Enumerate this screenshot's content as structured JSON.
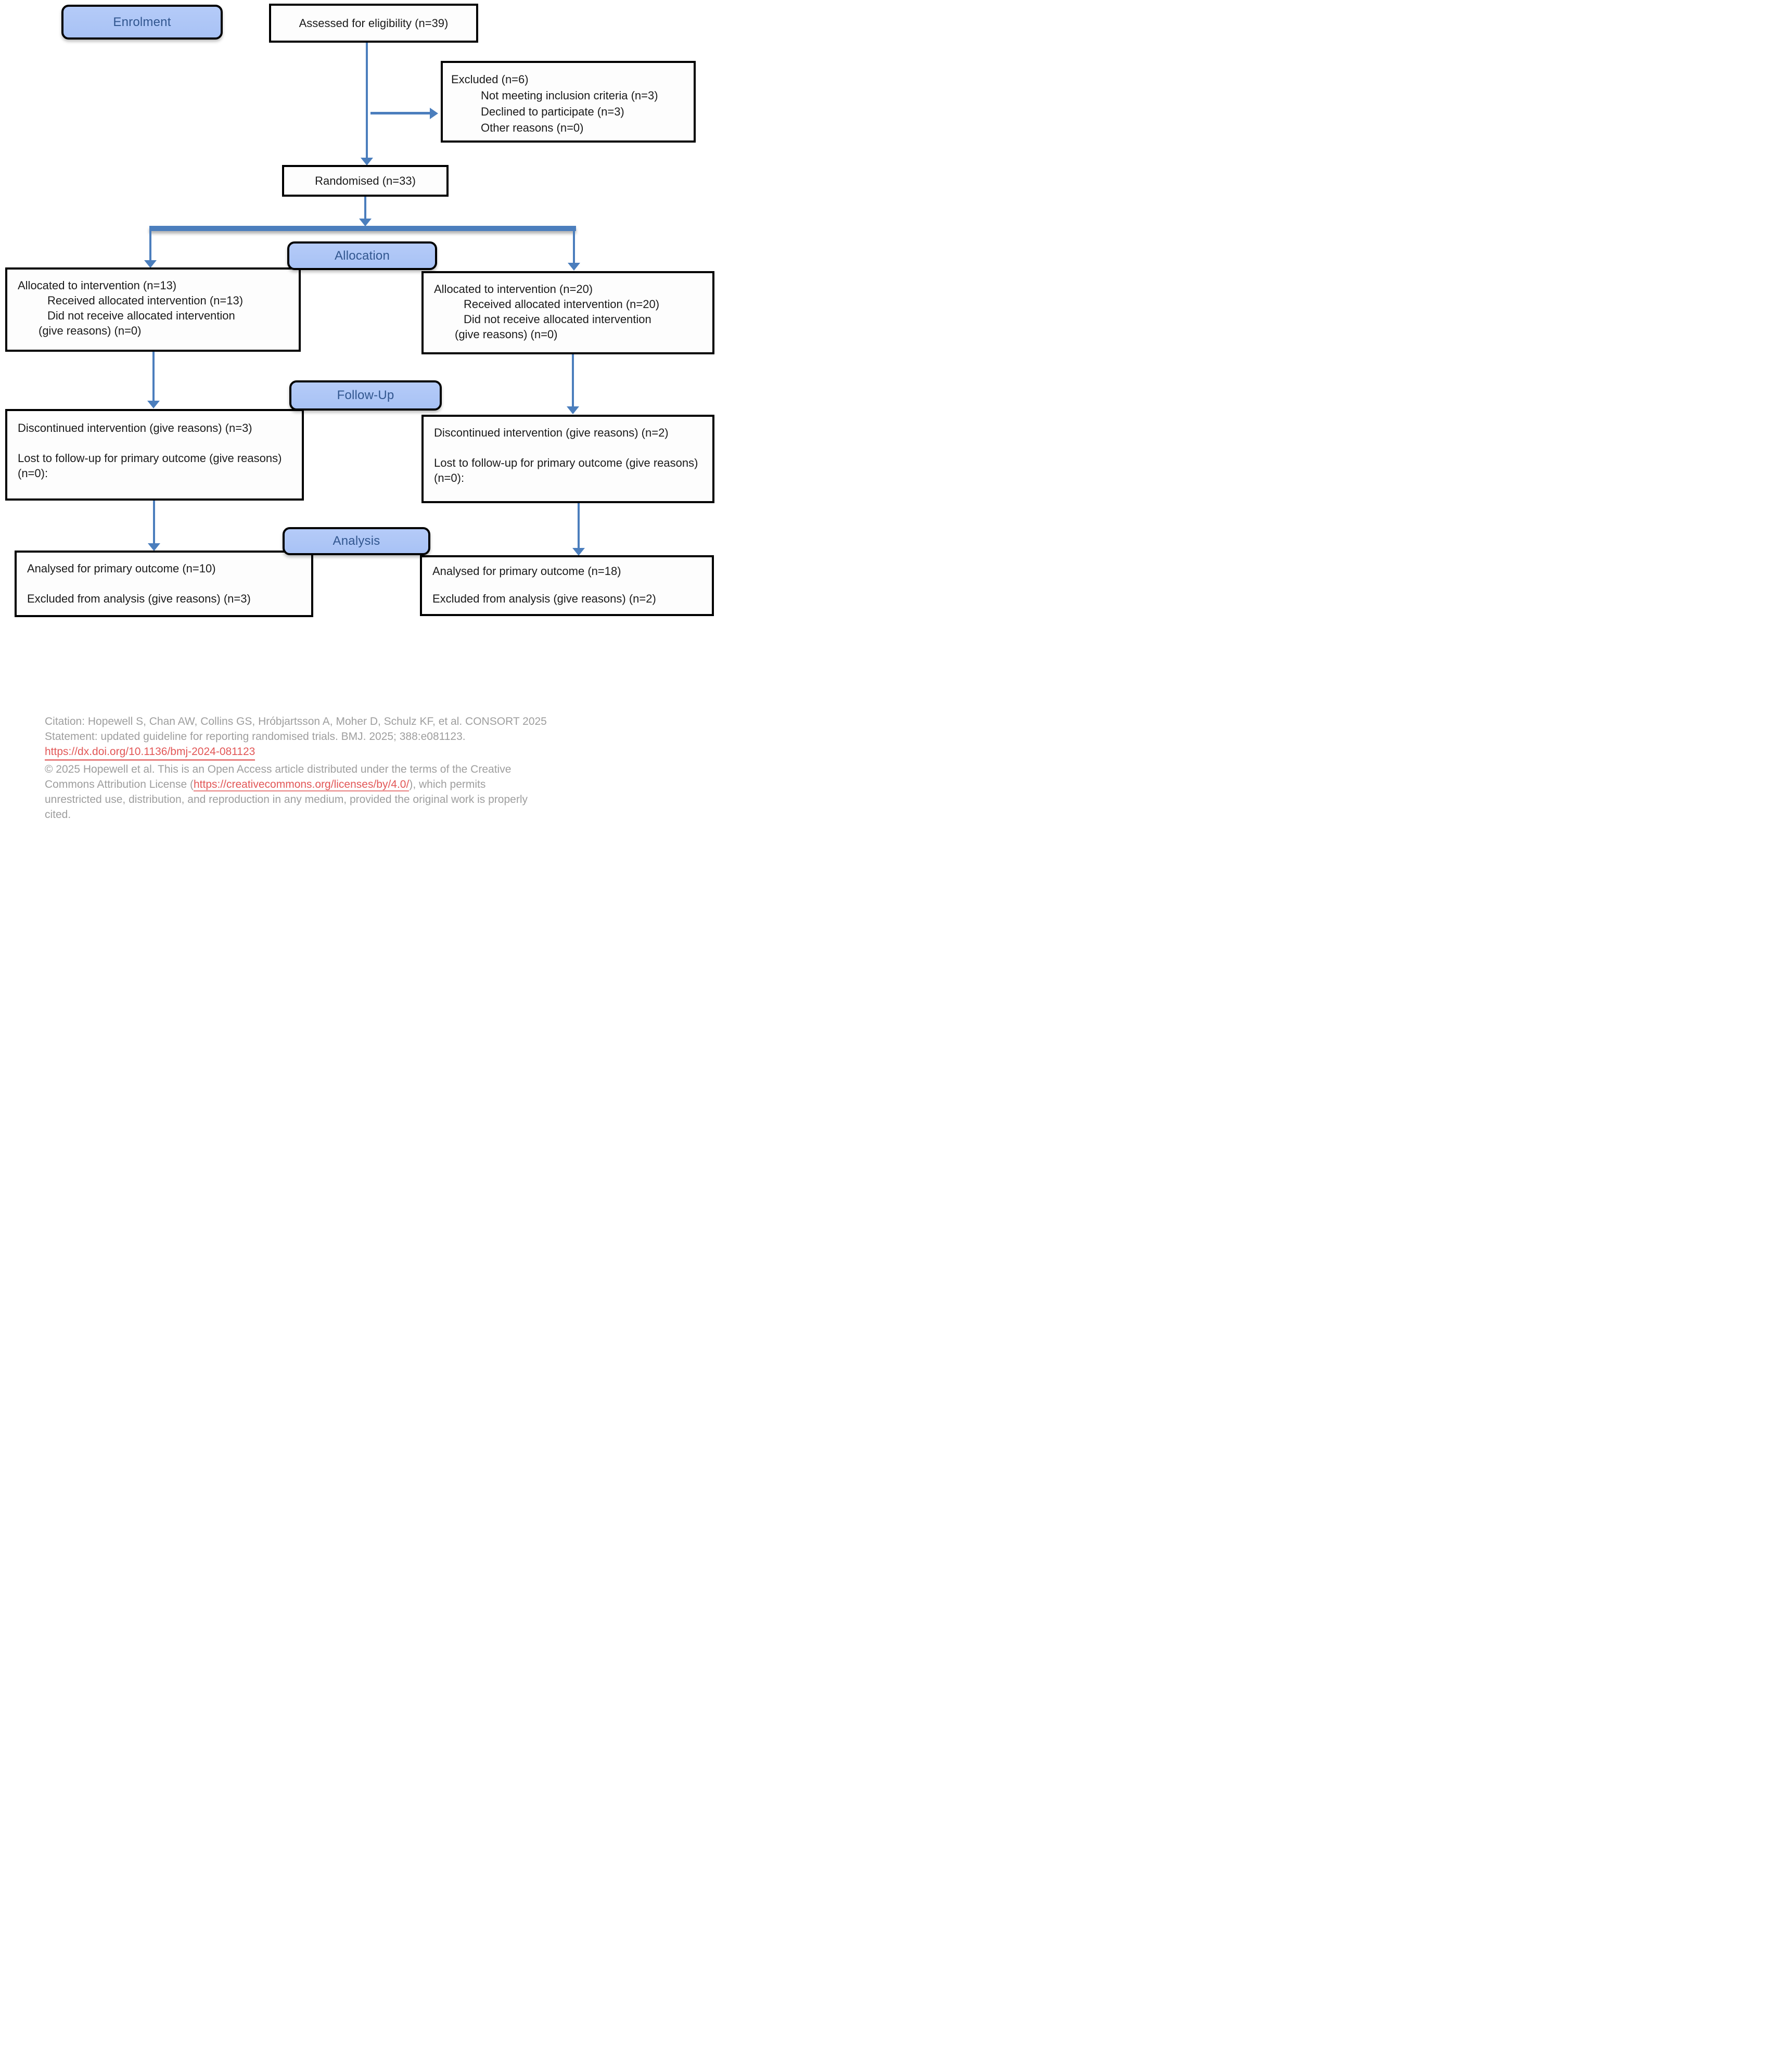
{
  "colors": {
    "label_fill": "#aec6f6",
    "label_text": "#31568f",
    "arrow_blue": "#4b7ebd",
    "box_border": "#000000",
    "citation_gray": "#9e9e9e",
    "link_red": "#e25757"
  },
  "stage_labels": {
    "enrolment": "Enrolment",
    "allocation": "Allocation",
    "followup": "Follow-Up",
    "analysis": "Analysis"
  },
  "boxes": {
    "assessed": {
      "text": "Assessed for eligibility (n=39)"
    },
    "excluded": {
      "title": "Excluded (n=6)",
      "items": [
        "Not meeting inclusion criteria (n=3)",
        "Declined to participate (n=3)",
        "Other reasons (n=0)"
      ]
    },
    "randomised": {
      "text": "Randomised (n=33)"
    },
    "allocation_left": {
      "lines": [
        "Allocated to intervention (n=13)",
        "Received allocated intervention (n=13)",
        "Did not receive allocated intervention",
        "(give reasons) (n=0)"
      ]
    },
    "allocation_right": {
      "lines": [
        "Allocated to intervention (n=20)",
        "Received allocated intervention (n=20)",
        "Did not receive allocated intervention",
        "(give reasons) (n=0)"
      ]
    },
    "followup_left": {
      "line1": "Discontinued intervention (give reasons) (n=3)",
      "line2": "Lost to follow-up for primary outcome (give reasons) (n=0):"
    },
    "followup_right": {
      "line1": "Discontinued intervention (give reasons) (n=2)",
      "line2": "Lost to follow-up for primary outcome (give reasons) (n=0):"
    },
    "analysis_left": {
      "line1": "Analysed for primary outcome (n=10)",
      "line2": "Excluded from analysis (give reasons) (n=3)"
    },
    "analysis_right": {
      "line1": "Analysed for primary outcome (n=18)",
      "line2": "Excluded from analysis (give reasons) (n=2)"
    }
  },
  "footer": {
    "line1": "Citation: Hopewell S, Chan AW, Collins GS, Hróbjartsson A, Moher D, Schulz KF, et al. CONSORT 2025",
    "line2": "Statement: updated guideline for reporting randomised trials. BMJ. 2025; 388:e081123.",
    "doi_link": "https://dx.doi.org/10.1136/bmj-2024-081123",
    "line4": "© 2025 Hopewell et al. This is an Open Access article distributed under the terms of the Creative",
    "line5_before": "Commons Attribution License (",
    "line5_link": "https://creativecommons.org/licenses/by/4.0/",
    "line5_after": "), which permits",
    "line6": "unrestricted use, distribution, and reproduction in any medium, provided the original work is properly",
    "line7": "cited."
  }
}
